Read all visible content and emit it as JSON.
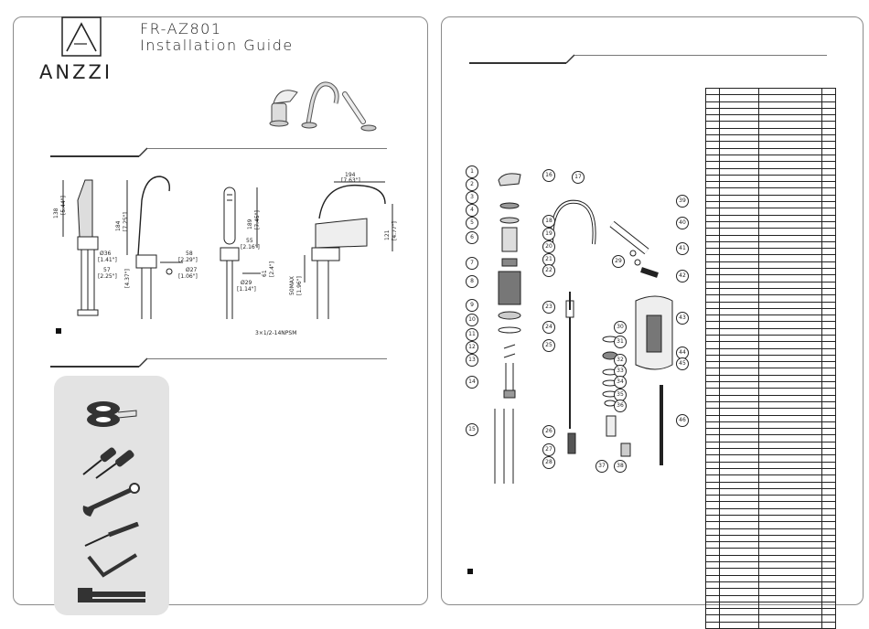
{
  "header": {
    "model": "FR-AZ801",
    "subtitle": "Installation Guide",
    "brand": "ANZZI"
  },
  "dimensions": {
    "d1_mm": "138",
    "d1_in": "[5.44\"]",
    "d2_mm": "Ø36",
    "d2_in": "[1.41\"]",
    "d3_mm": "57",
    "d3_in": "[2.25\"]",
    "d4_mm": "184",
    "d4_in": "[7.25\"]",
    "d5_mm": "58",
    "d5_in": "[2.29\"]",
    "d6_mm": "Ø27",
    "d6_in": "[1.06\"]",
    "d7_mm": "[4.37\"]",
    "d8_mm": "189",
    "d8_in": "[7.45\"]",
    "d9_mm": "55",
    "d9_in": "[2.16\"]",
    "d10_mm": "Ø29",
    "d10_in": "[1.14\"]",
    "d11_mm": "61",
    "d11_in": "[2.4\"]",
    "d12_mm": "194",
    "d12_in": "[7.63\"]",
    "d13_mm": "121",
    "d13_in": "[4.77\"]",
    "d14_mm": "50MAX",
    "d14_in": "[1.96\"]",
    "thread": "3×1/2-14NPSM"
  },
  "callouts": [
    "1",
    "2",
    "3",
    "4",
    "5",
    "6",
    "7",
    "8",
    "9",
    "10",
    "11",
    "12",
    "13",
    "14",
    "15",
    "16",
    "17",
    "18",
    "19",
    "20",
    "21",
    "22",
    "23",
    "24",
    "25",
    "26",
    "27",
    "28",
    "29",
    "30",
    "31",
    "32",
    "33",
    "34",
    "35",
    "36",
    "37",
    "38",
    "39",
    "40",
    "41",
    "42",
    "43",
    "44",
    "45",
    "46"
  ],
  "tools": [
    "tape-icon",
    "screwdriver-icon",
    "adjustable-wrench-icon",
    "drill-bit-icon",
    "hex-key-icon",
    "pipe-wrench-icon"
  ],
  "colors": {
    "panel_border": "#8a8a8a",
    "tools_bg": "#e3e3e3",
    "ink": "#222222"
  }
}
